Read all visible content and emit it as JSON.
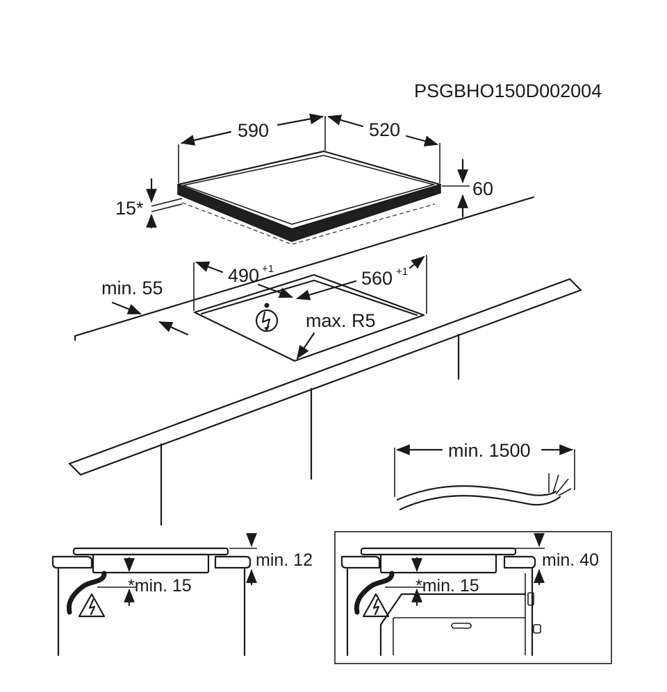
{
  "code": "PSGBHO150D002004",
  "dimensions": {
    "width": "590",
    "depth": "520",
    "height": "60",
    "offset": "15*",
    "cutout_width": "490",
    "cutout_width_tol": "+1",
    "cutout_depth": "560",
    "cutout_depth_tol": "+1",
    "edge_distance": "min. 55",
    "radius": "max. R5",
    "cable_length": "min. 1500"
  },
  "details": {
    "left": {
      "top_clearance": "min. 12",
      "bottom_clearance": "*min. 15"
    },
    "right": {
      "top_clearance": "min. 40",
      "bottom_clearance": "*min. 15"
    }
  },
  "icons": {
    "warning": "electrical-hazard-icon",
    "no_power": "no-electricity-icon"
  }
}
